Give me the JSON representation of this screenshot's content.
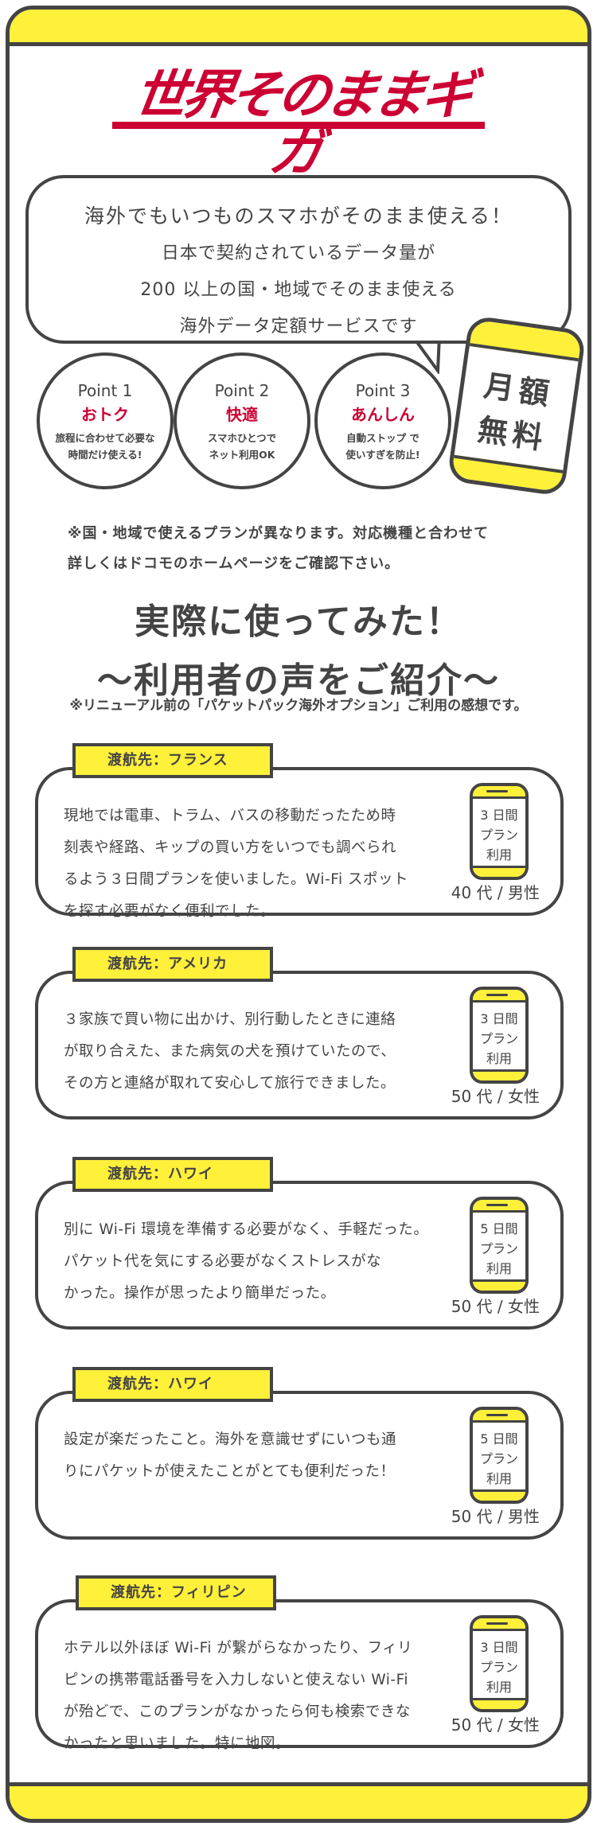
{
  "logo": {
    "text": "世界そのままギガ",
    "color": "#cc0033"
  },
  "bubble": {
    "headline": "海外でもいつものスマホがそのまま使える！",
    "lines": [
      "日本で契約されているデータ量が",
      "200 以上の国・地域でそのまま使える",
      "海外データ定額サービスです"
    ]
  },
  "phone_badge": {
    "line1": "月額",
    "line2": "無料"
  },
  "points": [
    {
      "label": "Point 1",
      "keyword": "おトク",
      "desc1": "旅程に合わせて必要な",
      "desc2": "時間だけ使える!"
    },
    {
      "label": "Point 2",
      "keyword": "快適",
      "desc1": "スマホひとつで",
      "desc2": "ネット利用OK"
    },
    {
      "label": "Point 3",
      "keyword": "あんしん",
      "desc1": "自動ストップ で",
      "desc2": "使いすぎを防止!"
    }
  ],
  "note": {
    "line1": "※国・地域で使えるプランが異なります。対応機種と合わせて",
    "line2": "詳しくはドコモのホームページをご確認下さい。"
  },
  "heading": {
    "line1": "実際に使ってみた！",
    "line2": "〜利用者の声をご紹介〜"
  },
  "subnote": "※リニューアル前の「パケットパック海外オプション」ご利用の感想です。",
  "reviews": [
    {
      "destination": "渡航先：フランス",
      "lines": [
        "現地では電車、トラム、バスの移動だったため時",
        "刻表や経路、キップの買い方をいつでも調べられ",
        "るよう３日間プランを使いました。Wi-Fi スポット",
        "を探す必要がなく便利でした。"
      ],
      "plan": [
        "3 日間",
        "プラン",
        "利用"
      ],
      "age": "40 代 / 男性"
    },
    {
      "destination": "渡航先：アメリカ",
      "lines": [
        "３家族で買い物に出かけ、別行動したときに連絡",
        "が取り合えた、また病気の犬を預けていたので、",
        "その方と連絡が取れて安心して旅行できました。"
      ],
      "plan": [
        "3 日間",
        "プラン",
        "利用"
      ],
      "age": "50 代 / 女性"
    },
    {
      "destination": "渡航先：ハワイ",
      "lines": [
        "別に Wi-Fi 環境を準備する必要がなく、手軽だった。",
        "パケット代を気にする必要がなくストレスがな",
        "かった。操作が思ったより簡単だった。"
      ],
      "plan": [
        "5 日間",
        "プラン",
        "利用"
      ],
      "age": "50 代 / 女性"
    },
    {
      "destination": "渡航先：ハワイ",
      "lines": [
        "設定が楽だったこと。海外を意識せずにいつも通",
        "りにパケットが使えたことがとても便利だった！"
      ],
      "plan": [
        "5 日間",
        "プラン",
        "利用"
      ],
      "age": "50 代 / 男性"
    },
    {
      "destination": "渡航先：フィリピン",
      "lines": [
        "ホテル以外ほぼ Wi-Fi が繋がらなかったり、フィリ",
        "ピンの携帯電話番号を入力しないと使えない Wi-Fi",
        "が殆どで、このプランがなかったら何も検索できな",
        "かったと思いました。特に地図。"
      ],
      "plan": [
        "3 日間",
        "プラン",
        "利用"
      ],
      "age": "50 代 / 女性"
    }
  ],
  "colors": {
    "yellow": "#fff03a",
    "dark": "#444444",
    "accent": "#cc0033"
  }
}
